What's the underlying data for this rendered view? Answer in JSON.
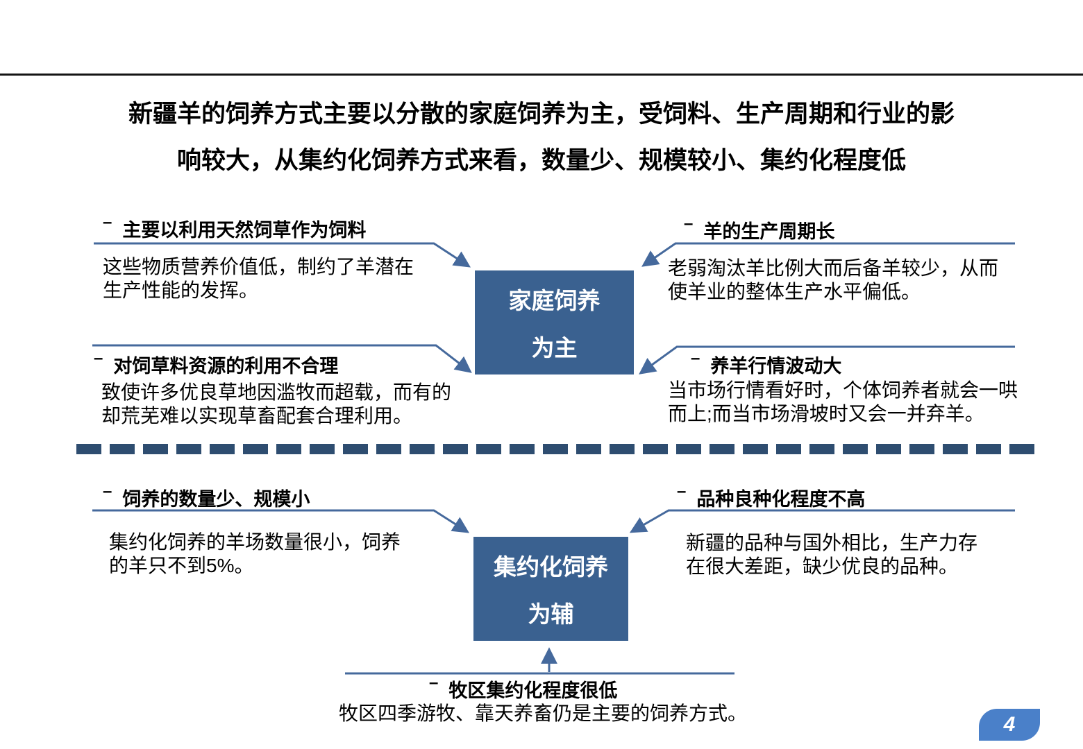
{
  "page": {
    "bullet": "–",
    "page_number": "4",
    "title_line1": "新疆羊的饲养方式主要以分散的家庭饲养为主，受饲料、生产周期和行业的影",
    "title_line2": "响较大，从集约化饲养方式来看，数量少、规模较小、集约化程度低"
  },
  "colors": {
    "box_fill": "#3a6190",
    "connector_line": "#45699c",
    "divider": "#2e4d70",
    "badge": "#4a80c9",
    "title_text": "#000000"
  },
  "top_group": {
    "center_box": {
      "line1": "家庭饲养",
      "line2": "为主"
    },
    "callouts": [
      {
        "heading": "主要以利用天然饲草作为饲料",
        "body": "这些物质营养价值低，制约了羊潜在生产性能的发挥。"
      },
      {
        "heading": "羊的生产周期长",
        "body": "老弱淘汰羊比例大而后备羊较少，从而使羊业的整体生产水平偏低。"
      },
      {
        "heading": "对饲草料资源的利用不合理",
        "body": "致使许多优良草地因滥牧而超载，而有的却荒芜难以实现草畜配套合理利用。"
      },
      {
        "heading": "养羊行情波动大",
        "body": "当市场行情看好时，个体饲养者就会一哄而上;而当市场滑坡时又会一并弃羊。"
      }
    ]
  },
  "bottom_group": {
    "center_box": {
      "line1": "集约化饲养",
      "line2": "为辅"
    },
    "callouts": [
      {
        "heading": "饲养的数量少、规模小",
        "body": "集约化饲养的羊场数量很小，饲养的羊只不到5%。"
      },
      {
        "heading": "品种良种化程度不高",
        "body": "新疆的品种与国外相比，生产力存在很大差距，缺少优良的品种。"
      },
      {
        "heading": "牧区集约化程度很低",
        "body": "牧区四季游牧、靠天养畜仍是主要的饲养方式。"
      }
    ]
  }
}
